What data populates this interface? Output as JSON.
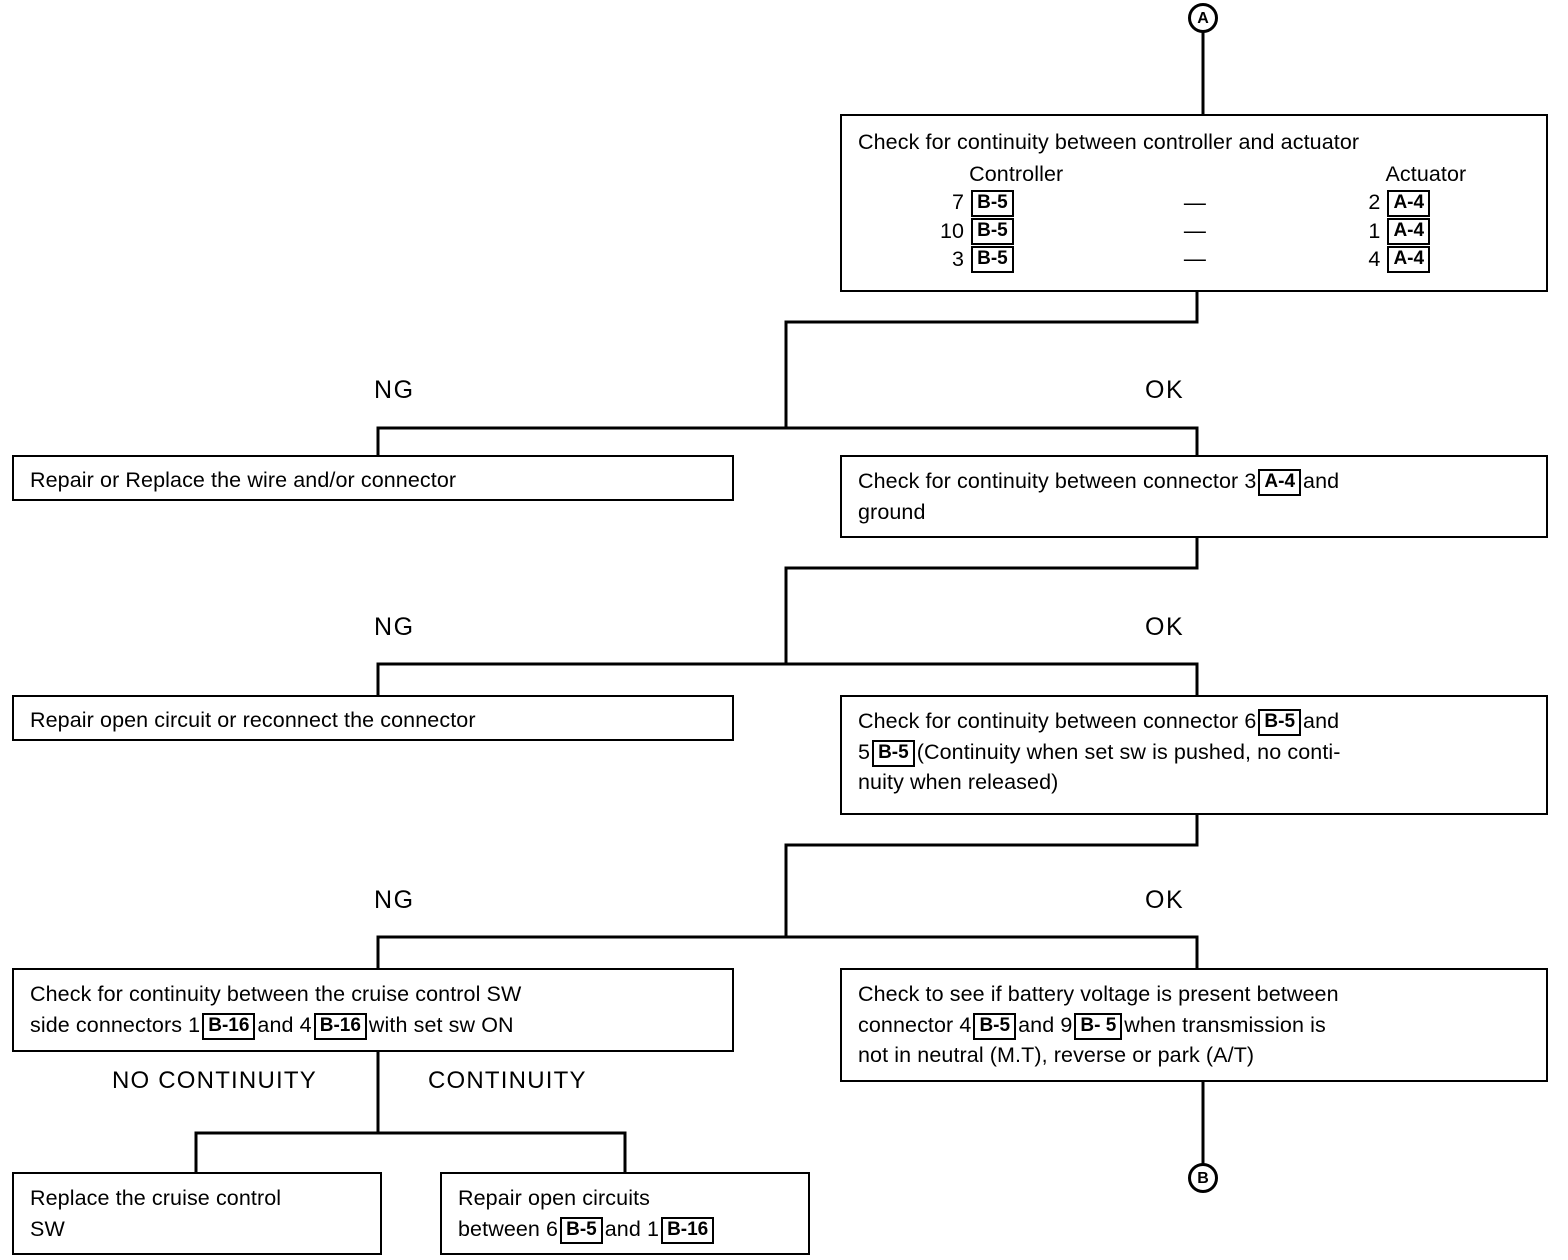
{
  "diagram": {
    "title": "Cruise control continuity diagnostic flowchart",
    "line_color": "#000000",
    "background": "#ffffff"
  },
  "page_connectors": [
    {
      "id": "top",
      "label": "A"
    },
    {
      "id": "bottom",
      "label": "B"
    }
  ],
  "nodes": {
    "check_controller_actuator": {
      "heading": "Check for continuity between controller and actuator",
      "col_headers": {
        "left": "Controller",
        "right": "Actuator"
      },
      "rows": [
        {
          "left_pin": "7",
          "left_conn": "B-5",
          "dash": "—",
          "right_pin": "2",
          "right_conn": "A-4"
        },
        {
          "left_pin": "10",
          "left_conn": "B-5",
          "dash": "—",
          "right_pin": "1",
          "right_conn": "A-4"
        },
        {
          "left_pin": "3",
          "left_conn": "B-5",
          "dash": "—",
          "right_pin": "4",
          "right_conn": "A-4"
        }
      ]
    },
    "repair_replace_wire": {
      "lines": [
        "Repair or Replace the wire and/or connector"
      ]
    },
    "check_connector3_ground": {
      "line1_a": "Check for continuity between connector 3",
      "line1_chip": "A-4",
      "line1_b": "and",
      "line2": "ground"
    },
    "repair_open_reconnect": {
      "lines": [
        "Repair open circuit or reconnect the connector"
      ]
    },
    "check_connector_6_5": {
      "line1_a": "Check for continuity between connector 6",
      "line1_chip": "B-5",
      "line1_b": "and",
      "line2_a": "5",
      "line2_chip": "B-5",
      "line2_b": "(Continuity when set sw is pushed, no conti-",
      "line3": "nuity when released)"
    },
    "check_cruise_sw": {
      "line1": "Check for continuity between the cruise control SW",
      "line2_a": "side connectors 1",
      "line2_chip1": "B-16",
      "line2_b": "and 4",
      "line2_chip2": "B-16",
      "line2_c": "with set sw ON"
    },
    "check_battery_voltage": {
      "line1": "Check to see if battery voltage is present between",
      "line2_a": "connector 4",
      "line2_chip1": "B-5",
      "line2_b": "and 9",
      "line2_chip2": "B- 5",
      "line2_c": "when transmission is",
      "line3": "not in neutral (M.T), reverse or park (A/T)"
    },
    "replace_cruise_sw": {
      "line1": "Replace the cruise control",
      "line2": "SW"
    },
    "repair_open_circuits": {
      "line1": "Repair open circuits",
      "line2_a": "between 6",
      "line2_chip1": "B-5",
      "line2_b": "and 1",
      "line2_chip2": "B-16"
    }
  },
  "edge_labels": [
    {
      "id": "ng-1",
      "text": "NG"
    },
    {
      "id": "ok-1",
      "text": "OK"
    },
    {
      "id": "ng-2",
      "text": "NG"
    },
    {
      "id": "ok-2",
      "text": "OK"
    },
    {
      "id": "ng-3",
      "text": "NG"
    },
    {
      "id": "ok-3",
      "text": "OK"
    },
    {
      "id": "no-continuity",
      "text": "NO CONTINUITY"
    },
    {
      "id": "continuity",
      "text": "CONTINUITY"
    }
  ]
}
